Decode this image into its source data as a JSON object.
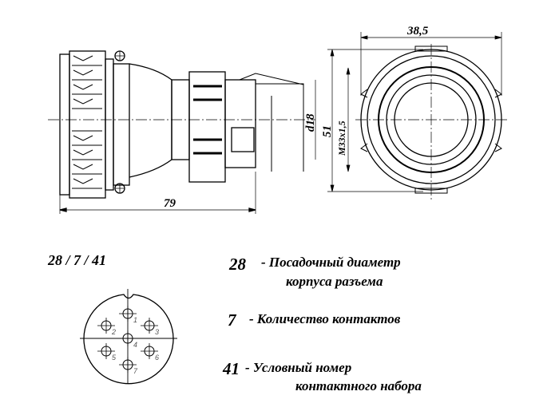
{
  "dimensions": {
    "length": "79",
    "thread_dia": "d18",
    "height": "51",
    "thread": "M33x1,5",
    "width": "38,5"
  },
  "code": "28 / 7 / 41",
  "legend": [
    {
      "num": "28",
      "line1": "- Посадочный диаметр",
      "line2": "корпуса разъема"
    },
    {
      "num": "7",
      "line1": "- Количество контактов",
      "line2": ""
    },
    {
      "num": "41",
      "line1": "- Условный номер",
      "line2": "контактного набора"
    }
  ],
  "pins": [
    "1",
    "2",
    "3",
    "4",
    "5",
    "6",
    "7"
  ]
}
